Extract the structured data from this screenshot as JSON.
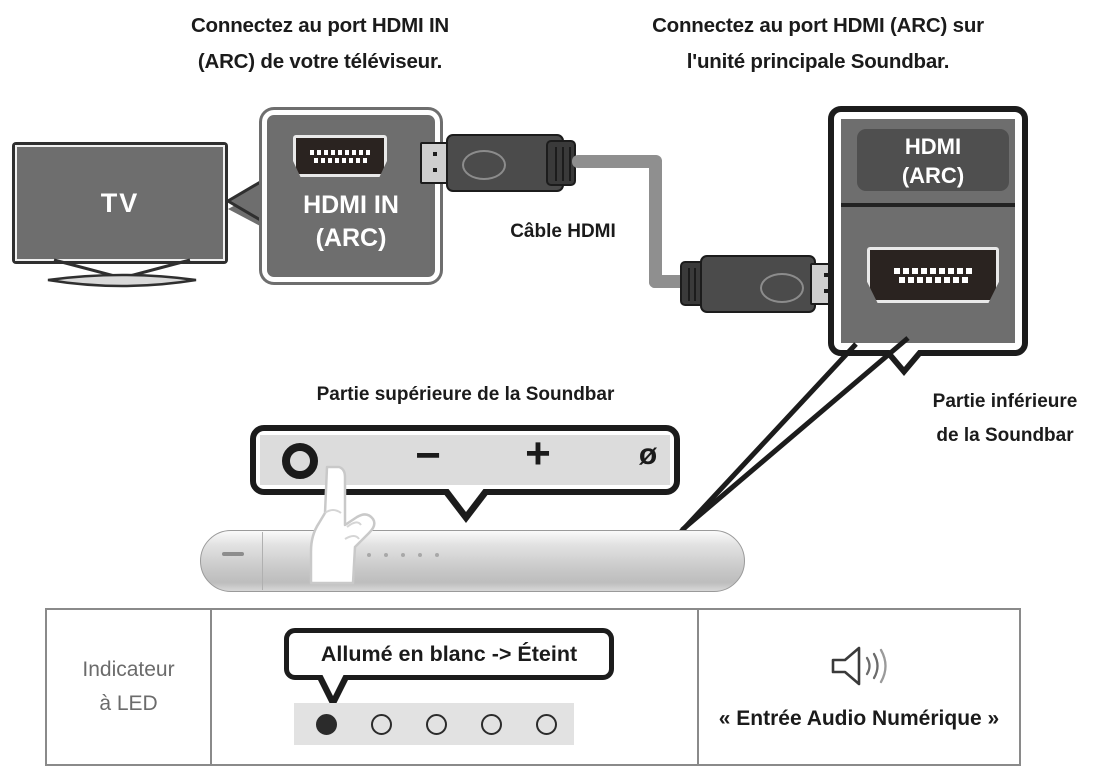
{
  "captions": {
    "tv_connect_line1": "Connectez au port HDMI IN",
    "tv_connect_line2": "(ARC) de votre téléviseur.",
    "soundbar_connect_line1": "Connectez au port HDMI (ARC) sur",
    "soundbar_connect_line2": "l'unité principale Soundbar.",
    "cable_label": "Câble HDMI",
    "soundbar_top_label": "Partie supérieure de la Soundbar",
    "soundbar_bottom_line1": "Partie inférieure",
    "soundbar_bottom_line2": "de la Soundbar"
  },
  "tv": {
    "screen_label": "TV"
  },
  "left_callout": {
    "port_label_line1": "HDMI IN",
    "port_label_line2": "(ARC)"
  },
  "right_callout": {
    "chip_label_line1": "HDMI",
    "chip_label_line2": "(ARC)"
  },
  "control_panel": {
    "power_icon": "power-circle-icon",
    "volume_down": "−",
    "volume_up": "+",
    "mute": "ø"
  },
  "table": {
    "led_indicator_line1": "Indicateur",
    "led_indicator_line2": "à LED",
    "bubble_text": "Allumé en blanc -> Éteint",
    "leds": [
      {
        "state": "on"
      },
      {
        "state": "off"
      },
      {
        "state": "off"
      },
      {
        "state": "off"
      },
      {
        "state": "off"
      }
    ],
    "audio_icon": "speaker-volume-icon",
    "audio_text": "« Entrée Audio Numérique »"
  },
  "colors": {
    "ink": "#1b1b1b",
    "device_gray": "#6e6e6e",
    "cable_gray": "#8f8f8f",
    "strip_gray": "#dcdcdc",
    "muted_text": "#6b6b6b"
  }
}
